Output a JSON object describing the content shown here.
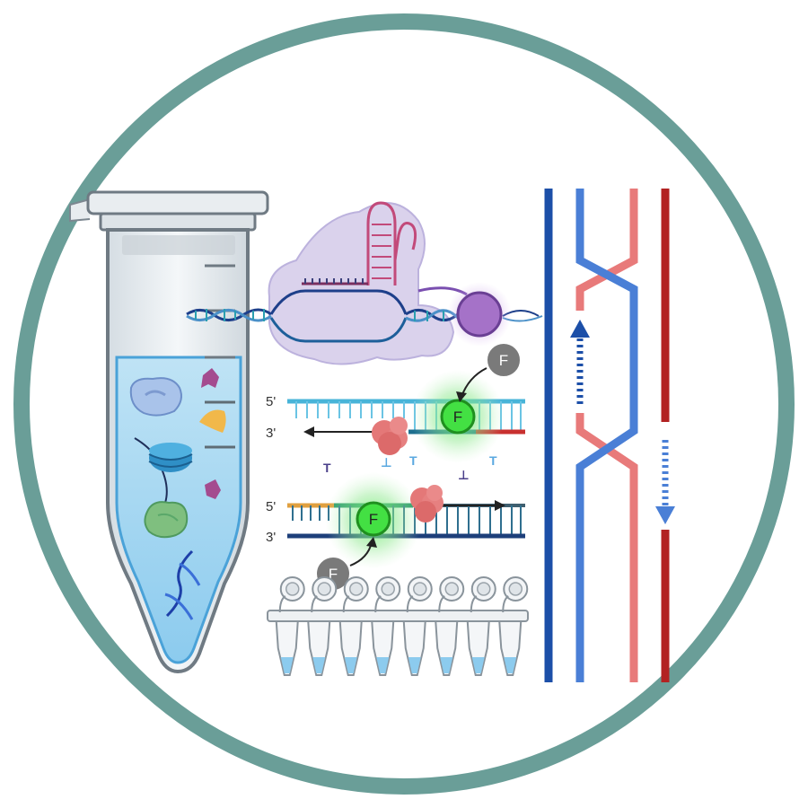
{
  "labels": {
    "strand_top_5": "5'",
    "strand_top_3": "3'",
    "strand_bottom_5": "5'",
    "strand_bottom_3": "3'",
    "fluor_free_top": "F",
    "fluor_bound_top": "F",
    "fluor_bound_bottom": "F",
    "fluor_free_bottom": "F"
  },
  "nucleotides": [
    {
      "text": "T",
      "color": "#4a3f8a"
    },
    {
      "text": "⊥",
      "color": "#5aa8e0"
    },
    {
      "text": "T",
      "color": "#5aa8e0"
    },
    {
      "text": "⊥",
      "color": "#4a3f8a"
    },
    {
      "text": "T",
      "color": "#5aa8e0"
    }
  ],
  "colors": {
    "ring": "#6a9e98",
    "tube_liquid": "#a6d6f0",
    "dna_dark_blue": "#1c4fa8",
    "dna_light_blue": "#4a7fd6",
    "dna_pink": "#e87a7a",
    "dna_red": "#b22222",
    "fluor_green": "#3ddc3d",
    "polymerase": "#e47878"
  },
  "icons": [
    "microcentrifuge-tube-icon",
    "crispr-cas-complex-icon",
    "pcr-strip-tubes-icon",
    "strand-exchange-icon"
  ]
}
